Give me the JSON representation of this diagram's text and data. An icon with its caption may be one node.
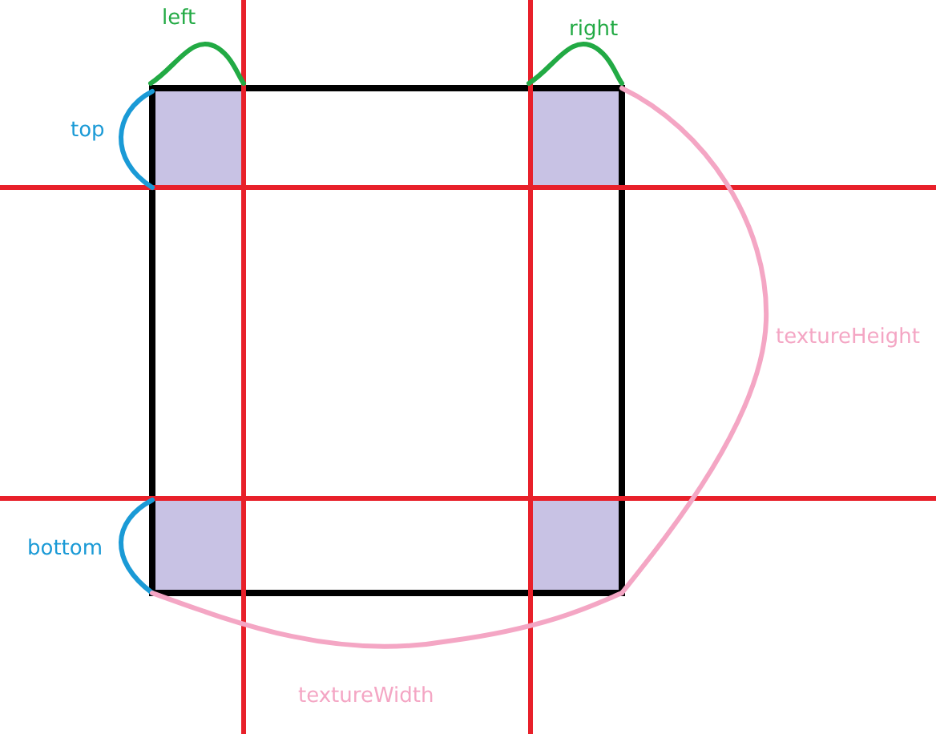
{
  "diagram": {
    "labels": [
      "left",
      "right",
      "top",
      "textureHeight",
      "bottom",
      "textureWidth"
    ]
  }
}
